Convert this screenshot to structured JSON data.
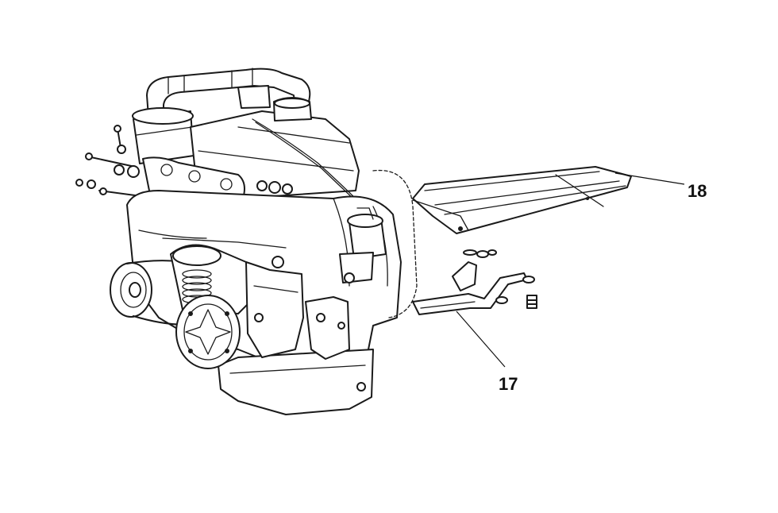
{
  "callouts": [
    {
      "id": "17",
      "label": "17"
    },
    {
      "id": "18",
      "label": "18"
    }
  ],
  "colors": {
    "ink": "#1a1a1a",
    "paper": "#ffffff"
  }
}
